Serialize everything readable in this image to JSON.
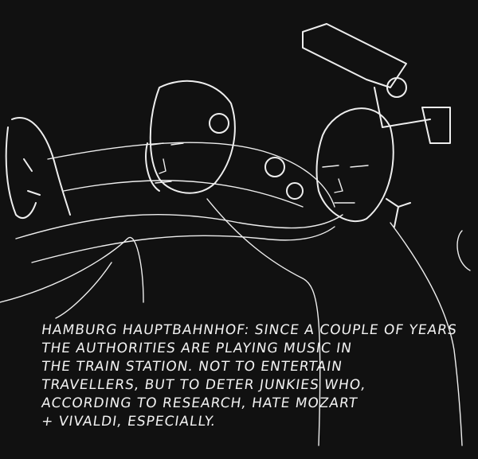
{
  "caption": {
    "lines": [
      "HAMBURG HAUPTBAHNHOF: SINCE A COUPLE OF YEARS",
      "THE AUTHORITIES ARE PLAYING MUSIC IN",
      "THE TRAIN STATION. NOT TO ENTERTAIN",
      "TRAVELLERS, BUT TO DETER JUNKIES WHO,",
      "ACCORDING TO RESEARCH, HATE MOZART",
      "+ VIVALDI, ESPECIALLY."
    ]
  },
  "colors": {
    "background": "#111111",
    "ink": "#eeeeee"
  }
}
